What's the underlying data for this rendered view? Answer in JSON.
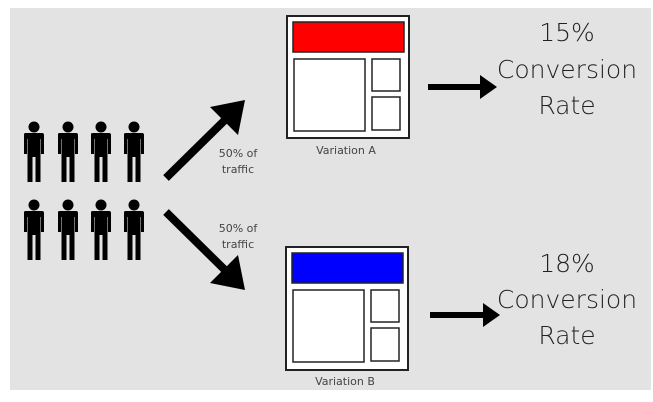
{
  "colors": {
    "background": "#e3e3e3",
    "variation_a_header": "#ff0000",
    "variation_b_header": "#0000ff"
  },
  "traffic_split": [
    {
      "line1": "50% of",
      "line2": "traffic"
    },
    {
      "line1": "50% of",
      "line2": "traffic"
    }
  ],
  "variations": [
    {
      "label": "Variation A",
      "rate": "15%",
      "line2": "Conversion",
      "line3": "Rate"
    },
    {
      "label": "Variation B",
      "rate": "18%",
      "line2": "Conversion",
      "line3": "Rate"
    }
  ]
}
